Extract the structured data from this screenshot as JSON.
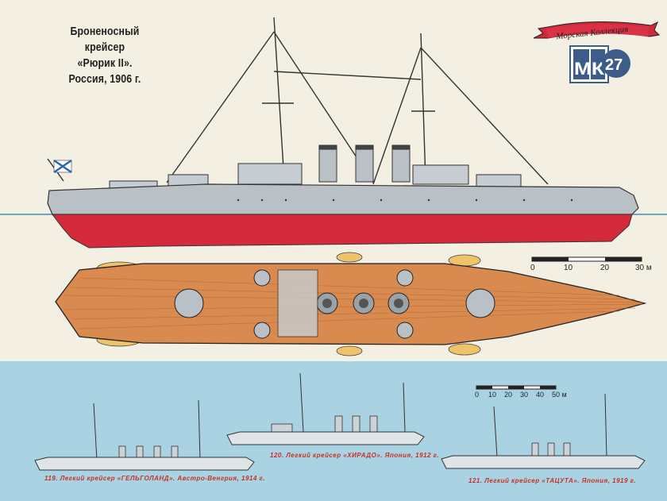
{
  "title": {
    "line1": "Броненосный крейсер",
    "line2": "«Рюрик II».",
    "line3": "Россия, 1906 г."
  },
  "logo": {
    "ribbon_text": "Морская Коллекция",
    "letters": "МК",
    "issue_number": "27"
  },
  "main_scale": {
    "ticks": [
      "0",
      "10",
      "20",
      "30 м"
    ]
  },
  "small_scale": {
    "ticks": [
      "0",
      "10",
      "20",
      "30",
      "40",
      "50 м"
    ]
  },
  "captions": {
    "helgoland": "119. Легкий крейсер «ГЕЛЬГОЛАНД». Австро-Венгрия, 1914 г.",
    "hirado": "120. Легкий крейсер «ХИРАДО». Япония, 1912 г.",
    "tatsuta": "121. Легкий крейсер «ТАЦУТА». Япония, 1919 г."
  },
  "colors": {
    "hull_grey": "#b9c1c7",
    "waterline_red": "#d42a3c",
    "deck_wood": "#d98a4e",
    "sea_blue": "#a9d3e3",
    "ribbon_red": "#cf2a3a",
    "logo_blue": "#3c5d8a"
  }
}
